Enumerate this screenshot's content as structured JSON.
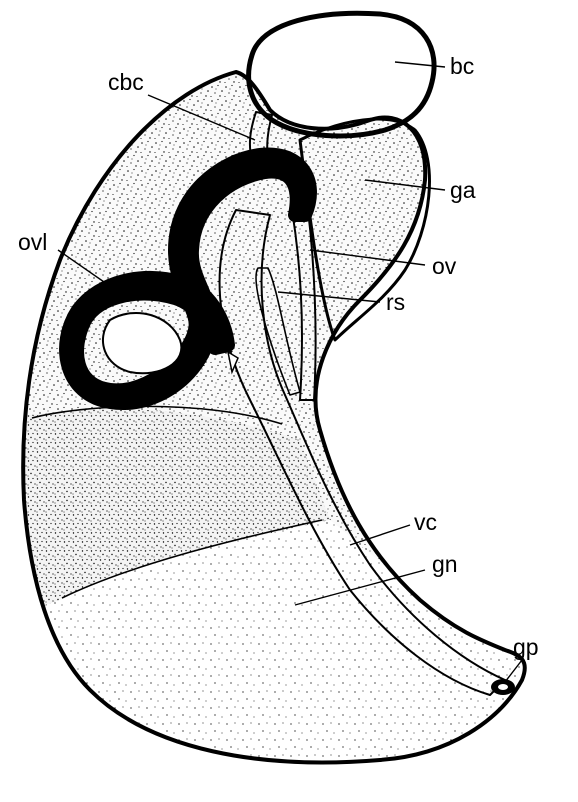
{
  "figure": {
    "labels": {
      "bc": "bc",
      "cbc": "cbc",
      "ga": "ga",
      "ovl": "ovl",
      "ov": "ov",
      "rs": "rs",
      "vc": "vc",
      "gn": "gn",
      "gp": "gp"
    },
    "colors": {
      "ink": "#000000",
      "paper": "#ffffff"
    }
  }
}
